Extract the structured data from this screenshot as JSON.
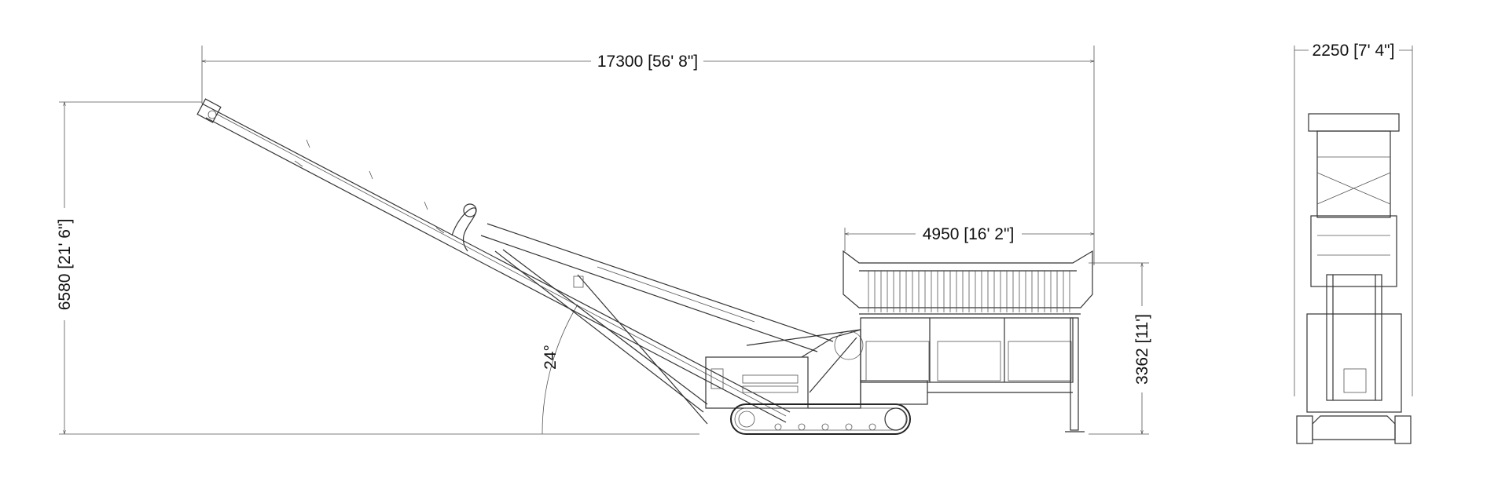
{
  "drawing": {
    "dimensions": {
      "overall_length": "17300 [56' 8\"]",
      "overall_height": "6580 [21' 6\"]",
      "hopper_length": "4950 [16' 2\"]",
      "hopper_height": "3362 [11']",
      "conveyor_angle": "24°",
      "overall_width": "2250 [7' 4\"]"
    }
  }
}
